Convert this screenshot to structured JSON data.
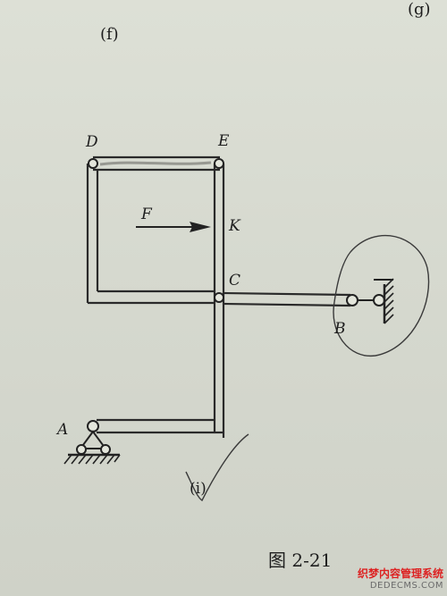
{
  "labels": {
    "f": "(f)",
    "g": "(g)",
    "D": "D",
    "E": "E",
    "F": "F",
    "K": "K",
    "C": "C",
    "B": "B",
    "A": "A",
    "i": "(i)"
  },
  "caption": "图 2-21",
  "watermark": {
    "line1": "织梦内容管理系统",
    "line2": "DEDECMS.COM"
  }
}
